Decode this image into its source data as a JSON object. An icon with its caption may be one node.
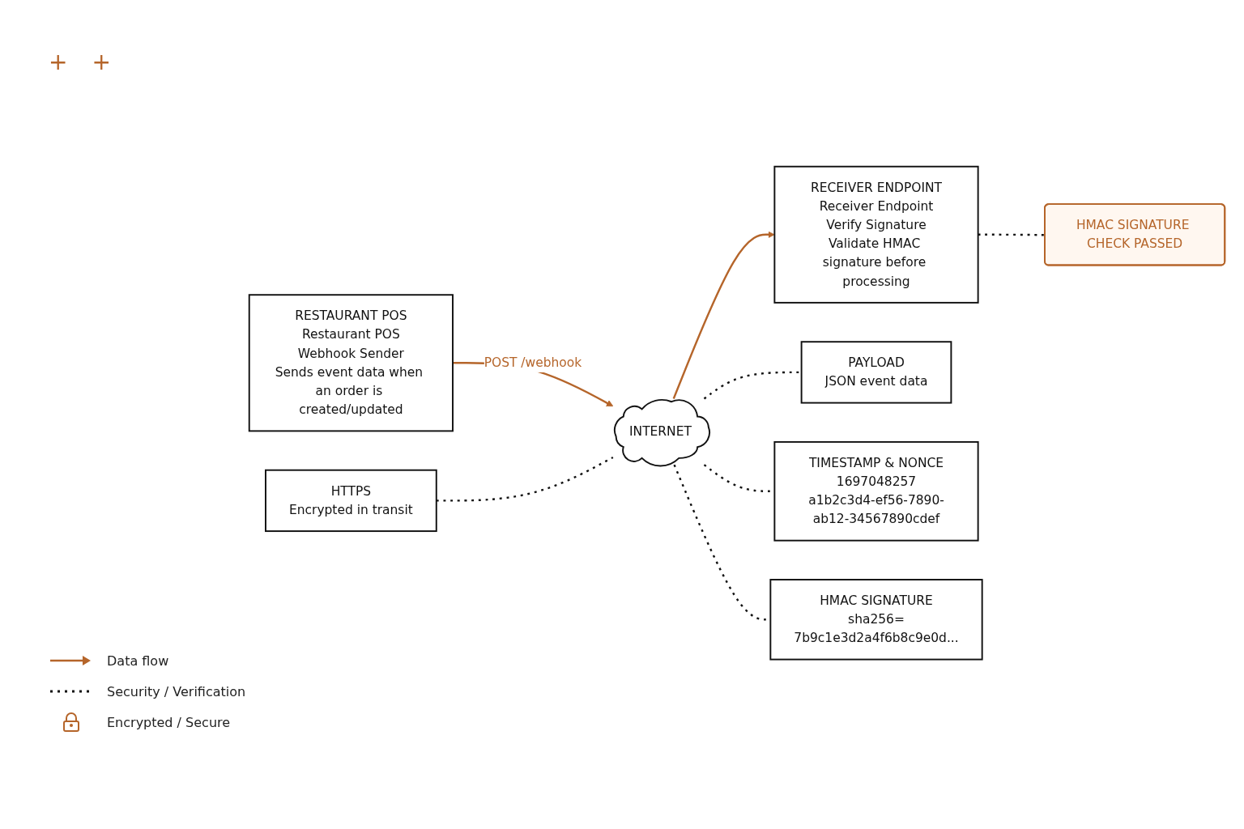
{
  "diagram": {
    "nodes": [
      {
        "text": [
          "RESTAURANT POS",
          "Restaurant POS",
          "Webhook Sender",
          "Sends event data when an order is created/updated"
        ]
      },
      {
        "text": [
          "HTTPS",
          "Encrypted in transit"
        ]
      },
      {
        "text": [
          "INTERNET"
        ]
      },
      {
        "text": [
          "RECEIVER ENDPOINT",
          "Receiver Endpoint",
          "Verify Signature",
          "Validate HMAC signature before processing"
        ]
      },
      {
        "text": [
          "PAYLOAD",
          "JSON event data"
        ]
      },
      {
        "text": [
          "TIMESTAMP & NONCE",
          "1697048257",
          "a1b2c3d4-ef56-7890-ab12-34567890cdef"
        ]
      },
      {
        "text": [
          "HMAC SIGNATURE",
          "sha256=",
          "7b9c1e3d2a4f6b8c9e0d..."
        ]
      },
      {
        "text": [
          "HMAC SIGNATURE CHECK PASSED"
        ]
      }
    ],
    "edges": [
      {
        "from": 0,
        "to": 2,
        "arrow": "to",
        "label": "POST /webhook",
        "color": "#b5652a"
      },
      {
        "from": 2,
        "to": 3,
        "arrow": "to",
        "color": "#b5652a"
      },
      {
        "from": 1,
        "to": 2,
        "arrow": "none",
        "style": "dashed"
      },
      {
        "from": 2,
        "to": 4,
        "arrow": "none",
        "style": "dashed"
      },
      {
        "from": 2,
        "to": 5,
        "arrow": "none",
        "style": "dashed"
      },
      {
        "from": 2,
        "to": 6,
        "arrow": "none",
        "style": "dashed"
      },
      {
        "from": 3,
        "to": 7,
        "arrow": "none",
        "style": "dashed"
      }
    ],
    "labels": [
      "+",
      "+"
    ],
    "legend": [
      {
        "text": "Data flow"
      },
      {
        "text": "Security / Verification"
      },
      {
        "text": "Encrypted / Secure"
      }
    ]
  }
}
